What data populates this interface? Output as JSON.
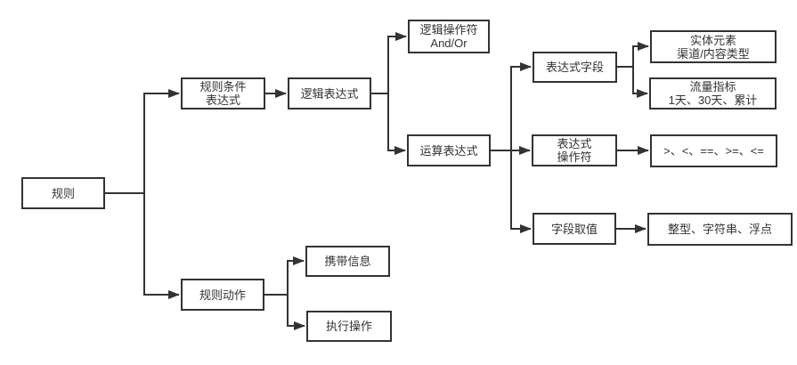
{
  "diagram": {
    "nodes": {
      "rule": {
        "lines": [
          "规则"
        ]
      },
      "rule_condition": {
        "lines": [
          "规则条件",
          "表达式"
        ]
      },
      "logic_expression": {
        "lines": [
          "逻辑表达式"
        ]
      },
      "logic_operator": {
        "lines": [
          "逻辑操作符",
          "And/Or"
        ]
      },
      "calc_expression": {
        "lines": [
          "运算表达式"
        ]
      },
      "expression_field": {
        "lines": [
          "表达式字段"
        ]
      },
      "entity_element": {
        "lines": [
          "实体元素",
          "渠道/内容类型"
        ]
      },
      "traffic_metric": {
        "lines": [
          "流量指标",
          "1天、30天、累计"
        ]
      },
      "expression_operator": {
        "lines": [
          "表达式",
          "操作符"
        ]
      },
      "operator_values": {
        "lines": [
          ">、<、==、>=、<="
        ]
      },
      "field_value": {
        "lines": [
          "字段取值"
        ]
      },
      "value_types": {
        "lines": [
          "整型、字符串、浮点"
        ]
      },
      "rule_action": {
        "lines": [
          "规则动作"
        ]
      },
      "carry_info": {
        "lines": [
          "携带信息"
        ]
      },
      "execute_action": {
        "lines": [
          "执行操作"
        ]
      }
    },
    "colors": {
      "line": "#333333",
      "box_border": "#333333",
      "box_fill": "#ffffff",
      "text": "#333333",
      "background": "#ffffff"
    }
  }
}
